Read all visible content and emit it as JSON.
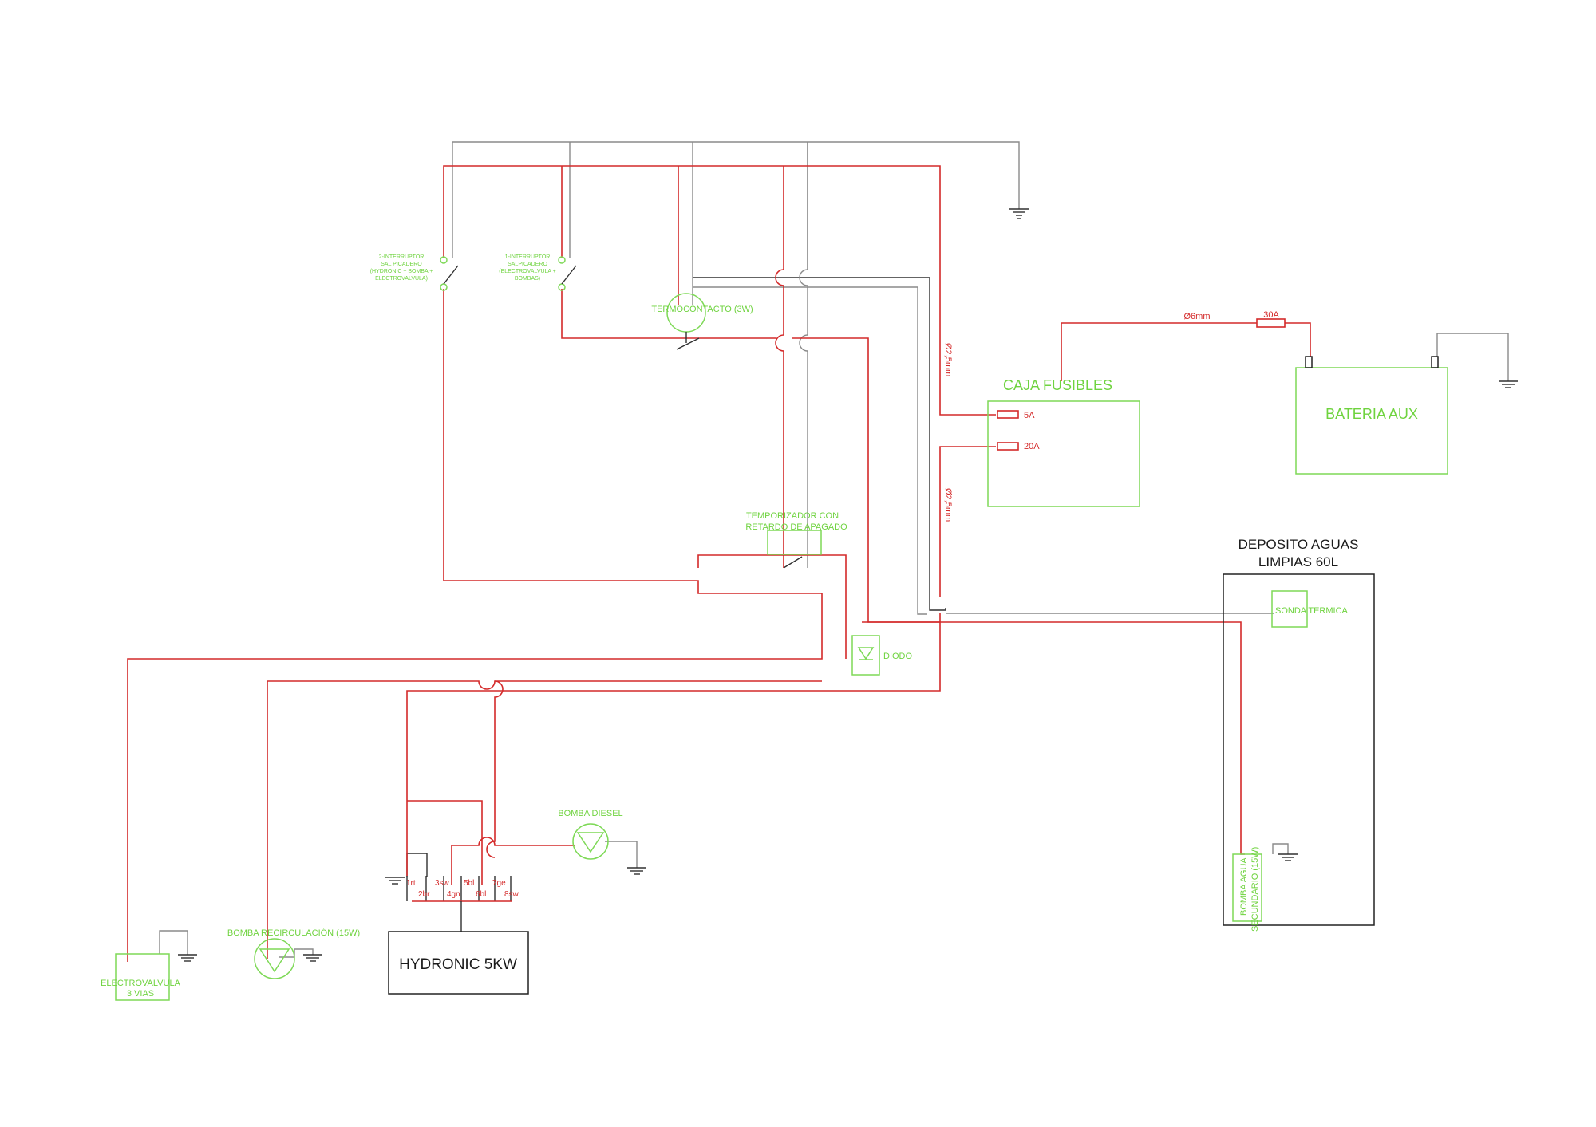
{
  "colors": {
    "wire_power": "#d42a2a",
    "wire_ground": "#8a8a8a",
    "component": "#7ed957",
    "label_green": "#6fd33f",
    "outline_black": "#222222"
  },
  "labels": {
    "switch2_line1": "2-INTERRUPTOR",
    "switch2_line2": "SAL PICADERO",
    "switch2_line3": "(HYDRONIC + BOMBA +",
    "switch2_line4": "ELECTROVALVULA)",
    "switch1_line1": "1-INTERRUPTOR",
    "switch1_line2": "SALPICADERO",
    "switch1_line3": "(ELECTROVALVULA +",
    "switch1_line4": "BOMBAS)",
    "termocontacto": "TERMOCONTACTO (3W)",
    "temporizador_line1": "TEMPORIZADOR CON",
    "temporizador_line2": "RETARDO DE APAGADO",
    "diodo": "DIODO",
    "caja_fusibles": "CAJA FUSIBLES",
    "fuse_5a": "5A",
    "fuse_20a": "20A",
    "bateria": "BATERIA AUX",
    "wire_6mm": "Ø6mm",
    "fuse_30a": "30A",
    "wire_25mm_a": "Ø2,5mm",
    "wire_25mm_b": "Ø2,5mm",
    "deposito_line1": "DEPOSITO AGUAS",
    "deposito_line2": "LIMPIAS 60L",
    "sonda": "SONDA TERMICA",
    "bomba_agua_line1": "BOMBA AGUA",
    "bomba_agua_line2": "SECUNDARIO (15W)",
    "bomba_diesel": "BOMBA DIESEL",
    "bomba_recirculacion": "BOMBA RECIRCULACIÓN (15W)",
    "electrovalvula_line1": "ELECTROVALVULA",
    "electrovalvula_line2": "3 VIAS",
    "hydronic": "HYDRONIC 5KW"
  },
  "pins_top": [
    "1rt",
    "3sw",
    "5bl",
    "7ge"
  ],
  "pins_bottom": [
    "2br",
    "4gn",
    "6bl",
    "8sw"
  ]
}
